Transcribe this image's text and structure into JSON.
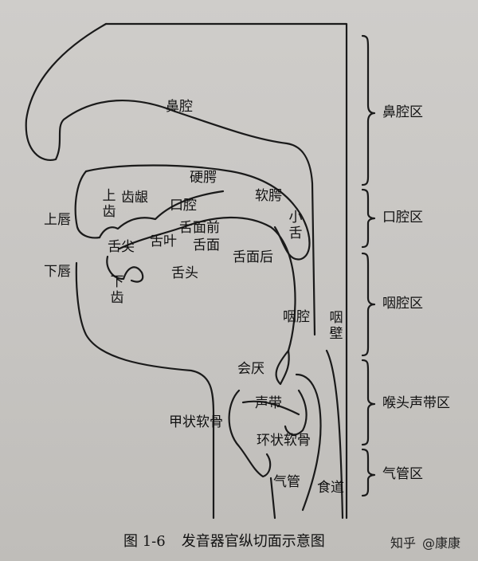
{
  "diagram": {
    "organs": {
      "nasal_cavity": "鼻腔",
      "hard_palate": "硬腭",
      "soft_palate": "软腭",
      "upper_gum": "齿龈",
      "upper_teeth": "上齿",
      "oral_cavity": "口腔",
      "uvula": "小舌",
      "upper_lip": "上唇",
      "lower_lip": "下唇",
      "tongue_front": "舌面前",
      "tongue_surface": "舌面",
      "tongue_back": "舌面后",
      "tongue_tip": "舌尖",
      "tongue_blade": "舌叶",
      "tongue_body": "舌头",
      "lower_teeth": "下齿",
      "pharynx": "咽腔",
      "pharynx_wall": "咽壁",
      "epiglottis": "会厌",
      "vocal_cords": "声带",
      "thyroid_cartilage": "甲状软骨",
      "cricoid_cartilage": "环状软骨",
      "trachea": "气管",
      "esophagus": "食道"
    },
    "regions": {
      "nasal": "鼻腔区",
      "oral": "口腔区",
      "pharyngeal": "咽腔区",
      "laryngeal": "喉头声带区",
      "tracheal": "气管区"
    }
  },
  "caption": {
    "number": "图 1-6",
    "title": "发音器官纵切面示意图"
  },
  "watermark": {
    "site": "知乎",
    "author": "@康康"
  }
}
